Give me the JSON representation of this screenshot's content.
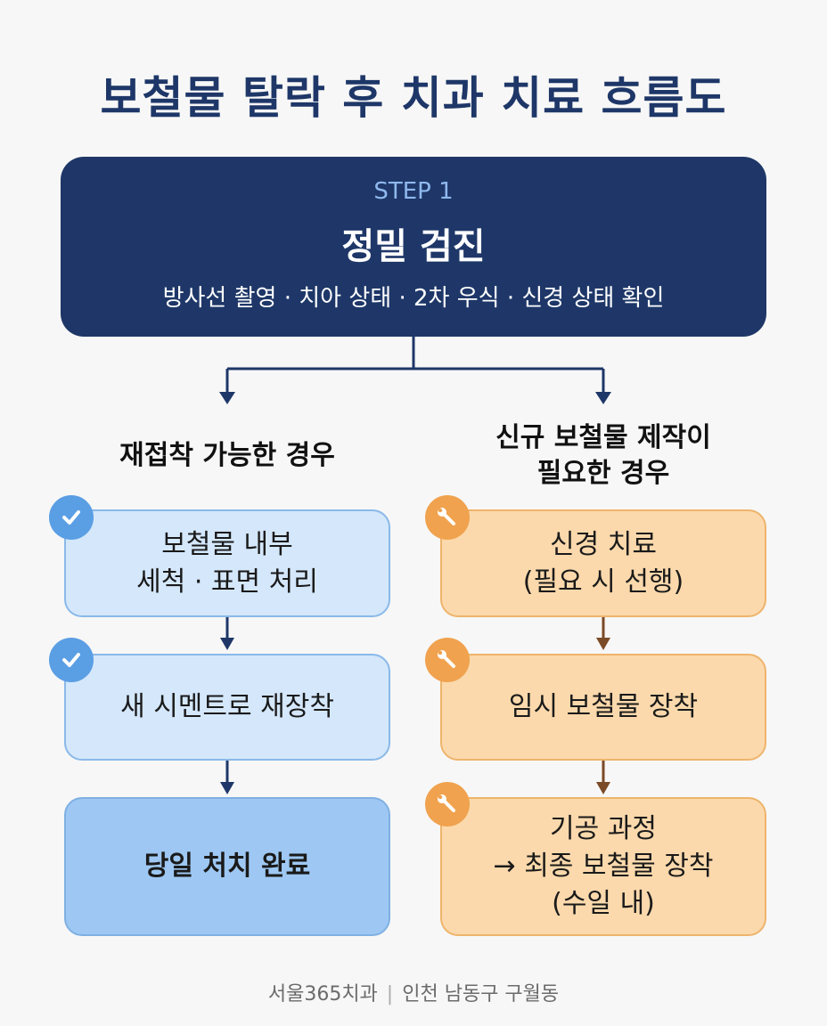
{
  "title": "보철물 탈락 후 치과 치료 흐름도",
  "step": {
    "label": "STEP 1",
    "title": "정밀 검진",
    "subtitle": "방사선 촬영 · 치아 상태 · 2차 우식 · 신경 상태 확인"
  },
  "left_branch": {
    "title": "재접착 가능한 경우",
    "steps": [
      {
        "line1": "보철물 내부",
        "line2": "세척 · 표면 처리",
        "icon": "check-icon"
      },
      {
        "line1": "새 시멘트로 재장착",
        "icon": "check-icon"
      },
      {
        "line1": "당일 처치 완료"
      }
    ]
  },
  "right_branch": {
    "title_line1": "신규 보철물 제작이",
    "title_line2": "필요한 경우",
    "steps": [
      {
        "line1": "신경 치료",
        "line2": "(필요 시 선행)",
        "icon": "wrench-icon"
      },
      {
        "line1": "임시 보철물 장착",
        "icon": "wrench-icon"
      },
      {
        "line1": "기공 과정",
        "line2": "→ 최종 보철물 장착",
        "line3": "(수일 내)",
        "icon": "wrench-icon"
      }
    ]
  },
  "footer": {
    "clinic": "서울365치과",
    "separator": "|",
    "location": "인천 남동구 구월동"
  },
  "colors": {
    "navy": "#1e3768",
    "blue_box": "#d4e7fb",
    "blue_box_dark": "#9ec8f3",
    "orange_box": "#fbd9ac",
    "blue_badge": "#5a9ee4",
    "orange_badge": "#f0a24e"
  }
}
